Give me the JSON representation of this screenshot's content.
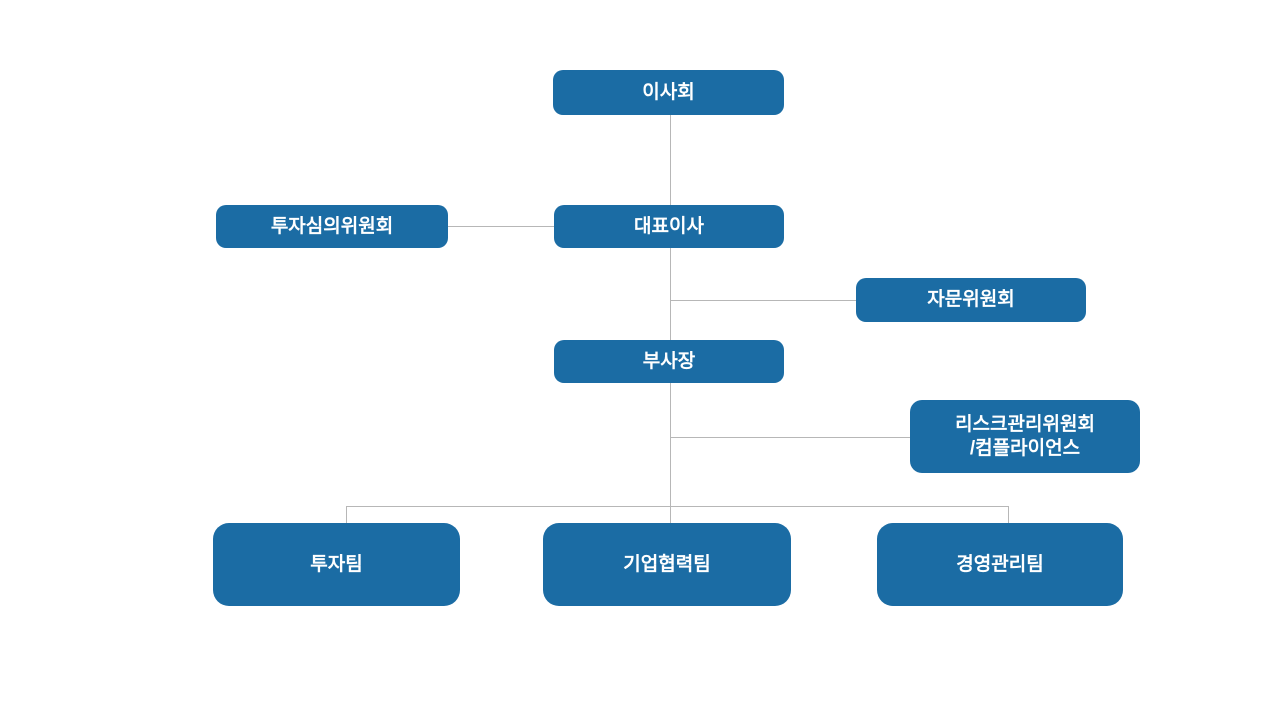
{
  "org_chart": {
    "background_color": "#ffffff",
    "node_fill_color": "#1b6ca4",
    "node_text_color": "#ffffff",
    "connector_color": "#b7b7b7",
    "nodes": {
      "board": "이사회",
      "investment_review_committee": "투자심의위원회",
      "ceo": "대표이사",
      "advisory_committee": "자문위원회",
      "vice_president": "부사장",
      "risk_management_compliance": "리스크관리위원회\n/컴플라이언스",
      "investment_team": "투자팀",
      "corporate_partnership_team": "기업협력팀",
      "management_team": "경영관리팀"
    },
    "relationships": [
      {
        "parent": "이사회",
        "child": "대표이사",
        "type": "line"
      },
      {
        "parent": "대표이사",
        "child": "투자심의위원회",
        "type": "side"
      },
      {
        "parent": "대표이사",
        "child": "자문위원회",
        "type": "side"
      },
      {
        "parent": "대표이사",
        "child": "부사장",
        "type": "line"
      },
      {
        "parent": "부사장",
        "child": "리스크관리위원회\n/컴플라이언스",
        "type": "side"
      },
      {
        "parent": "부사장",
        "child": "투자팀",
        "type": "line"
      },
      {
        "parent": "부사장",
        "child": "기업협력팀",
        "type": "line"
      },
      {
        "parent": "부사장",
        "child": "경영관리팀",
        "type": "line"
      }
    ]
  }
}
